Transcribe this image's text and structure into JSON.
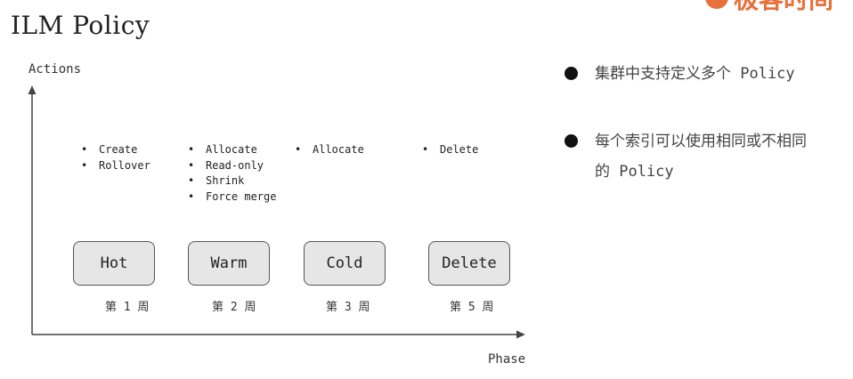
{
  "title": "ILM Policy",
  "logo_text": "极客时间",
  "axes": {
    "y_label": "Actions",
    "x_label": "Phase"
  },
  "phases": [
    {
      "name": "Hot",
      "week": "第 1 周",
      "actions": [
        "Create",
        "Rollover"
      ]
    },
    {
      "name": "Warm",
      "week": "第 2 周",
      "actions": [
        "Allocate",
        "Read-only",
        "Shrink",
        "Force merge"
      ]
    },
    {
      "name": "Cold",
      "week": "第 3 周",
      "actions": [
        "Allocate"
      ]
    },
    {
      "name": "Delete",
      "week": "第 5 周",
      "actions": [
        "Delete"
      ]
    }
  ],
  "notes": [
    "集群中支持定义多个 Policy",
    "每个索引可以使用相同或不相同的 Policy"
  ],
  "colors": {
    "box_fill": "#e6e6e6",
    "box_border": "#555555",
    "brand": "#e8703a",
    "bullet": "#111111"
  }
}
